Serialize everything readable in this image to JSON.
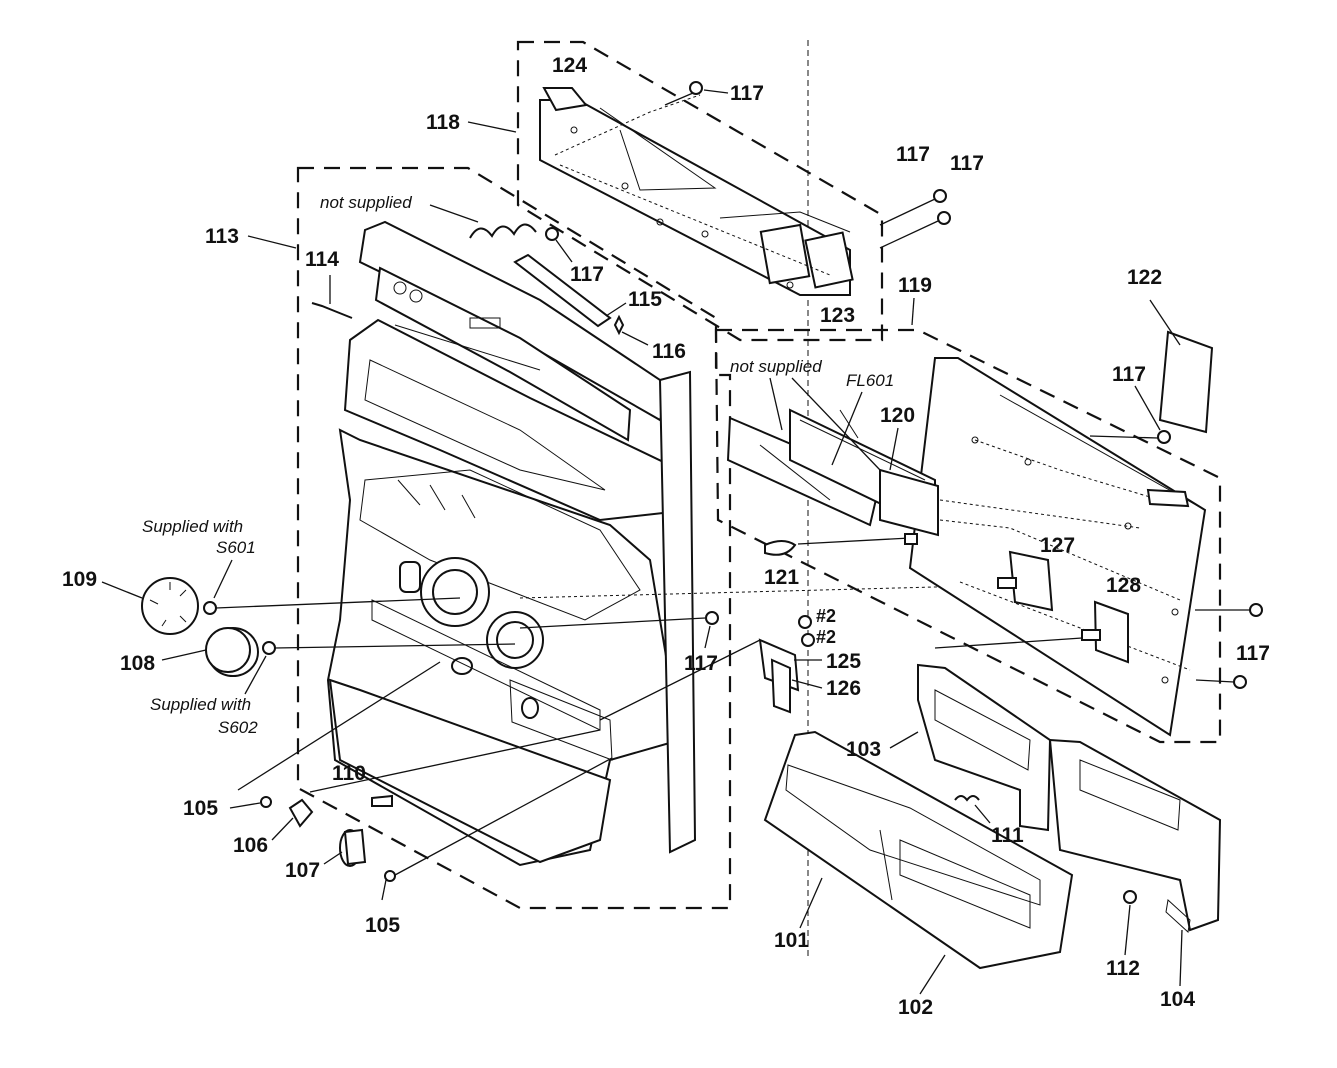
{
  "labels": {
    "p101": "101",
    "p102": "102",
    "p103": "103",
    "p104": "104",
    "p105a": "105",
    "p105b": "105",
    "p106": "106",
    "p107": "107",
    "p108": "108",
    "p109": "109",
    "p110": "110",
    "p111": "111",
    "p112": "112",
    "p113": "113",
    "p114": "114",
    "p115": "115",
    "p116": "116",
    "p117_top": "117",
    "p117_a": "117",
    "p117_b": "117",
    "p117_mid": "117",
    "p117_left": "117",
    "p117_right_a": "117",
    "p117_right_b": "117",
    "p118": "118",
    "p119": "119",
    "p120": "120",
    "p121": "121",
    "p122": "122",
    "p123": "123",
    "p124": "124",
    "p125": "125",
    "p126": "126",
    "p127": "127",
    "p128": "128",
    "screw2_a": "#2",
    "screw2_b": "#2",
    "fl601": "FL601"
  },
  "notes": {
    "not_supplied_left": "not supplied",
    "not_supplied_right": "not supplied",
    "supplied_s601_line1": "Supplied with",
    "supplied_s601_line2": "S601",
    "supplied_s602_line1": "Supplied with",
    "supplied_s602_line2": "S602"
  }
}
